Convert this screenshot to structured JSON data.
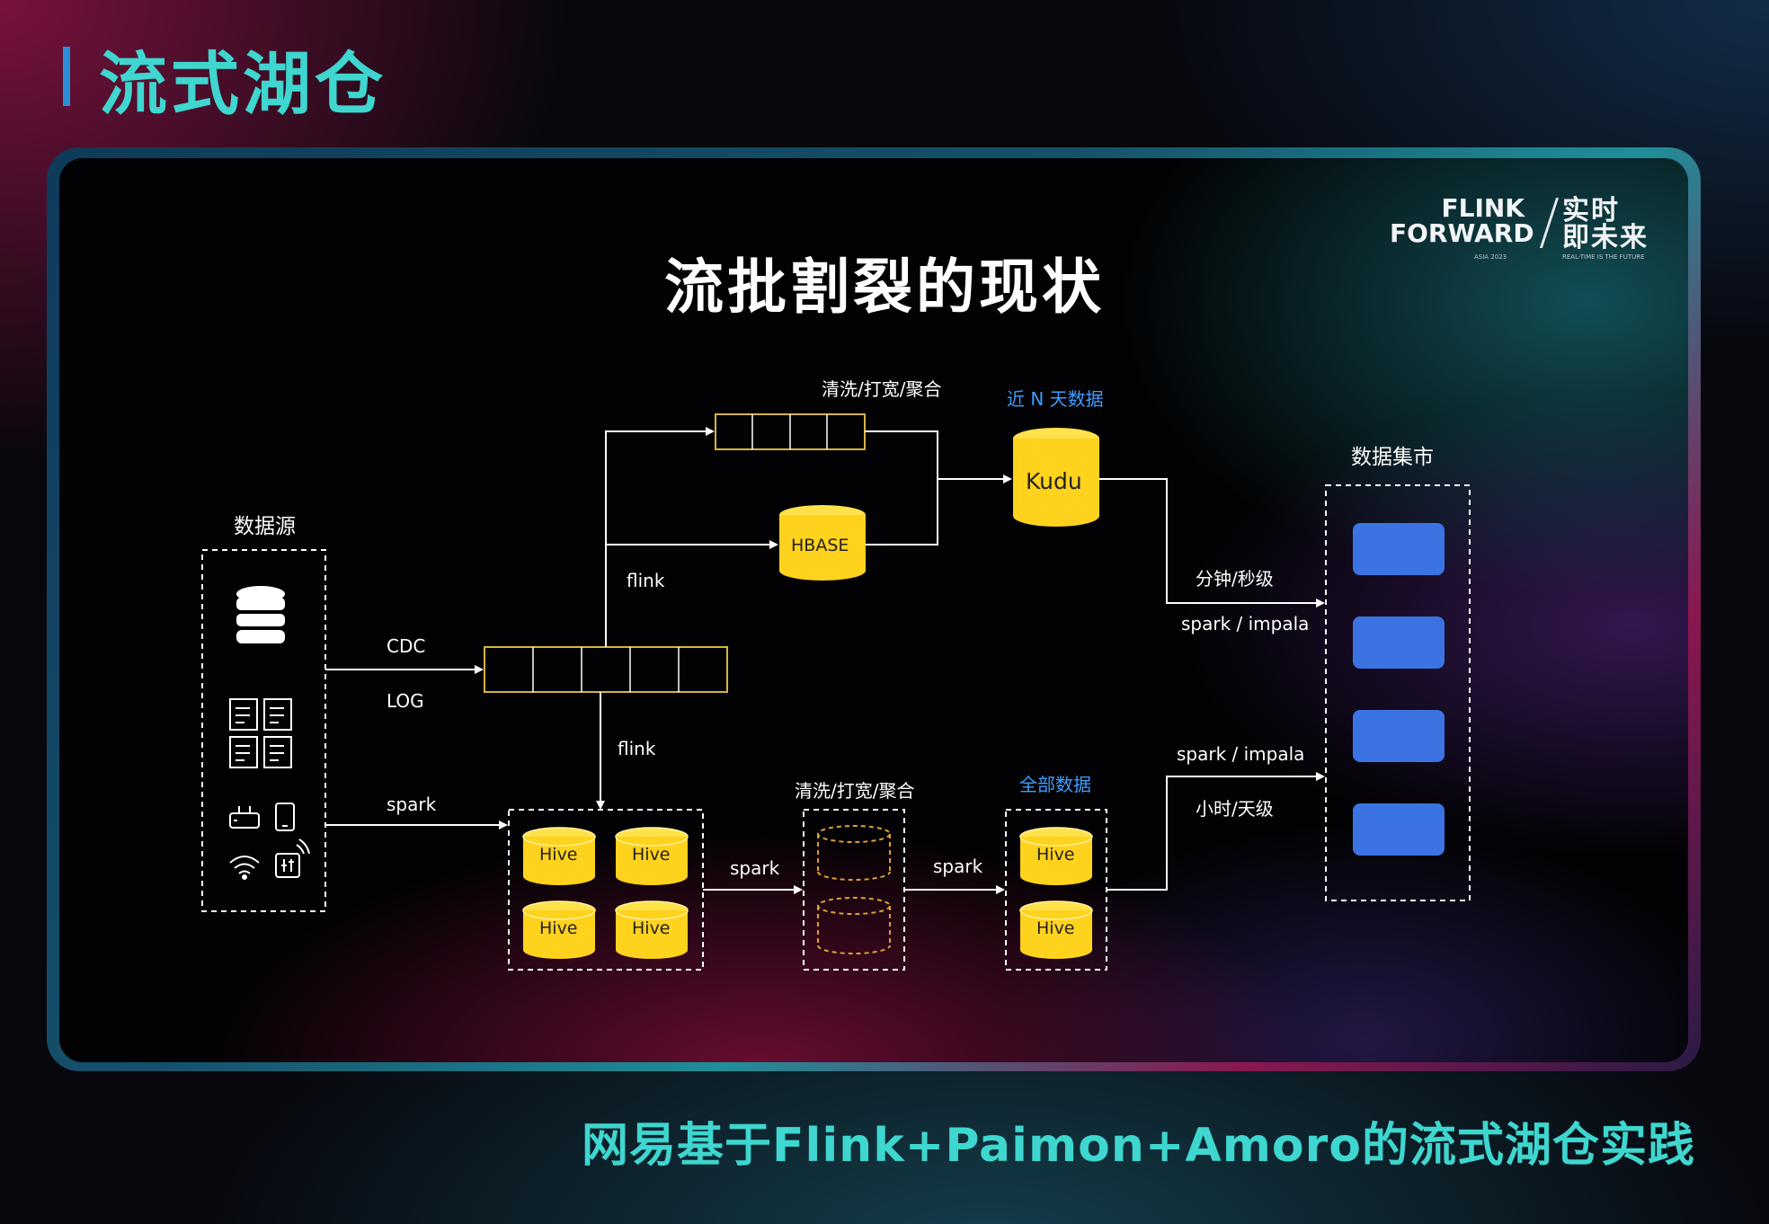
{
  "header": {
    "title": "流式湖仓"
  },
  "logo": {
    "line1": "FLINK",
    "line2": "FORWARD",
    "cn1": "实时",
    "cn2": "即未来",
    "tagline_left": "ASIA 2023",
    "tagline_right": "REAL-TIME IS THE FUTURE"
  },
  "slide": {
    "title": "流批割裂的现状"
  },
  "diagram": {
    "source_label": "数据源",
    "cdc_label": "CDC",
    "log_label": "LOG",
    "spark_label_1": "spark",
    "flink_up_label": "flink",
    "flink_down_label": "flink",
    "clean_top_label": "清洗/打宽/聚合",
    "hbase_label": "HBASE",
    "recent_label": "近 N 天数据",
    "kudu_label": "Kudu",
    "minute_label": "分钟/秒级",
    "spark_impala_top": "spark / impala",
    "mart_label": "数据集市",
    "hive_label": "Hive",
    "spark_label_2": "spark",
    "clean_bottom_label": "清洗/打宽/聚合",
    "spark_label_3": "spark",
    "all_data_label": "全部数据",
    "spark_impala_bottom": "spark / impala",
    "hour_label": "小时/天级",
    "colors": {
      "accent_blue": "#3f9dff",
      "cylinder_yellow": "#ffd21e",
      "mart_block": "#3c73e3"
    }
  },
  "footer": {
    "text": "网易基于Flink+Paimon+Amoro的流式湖仓实践"
  }
}
